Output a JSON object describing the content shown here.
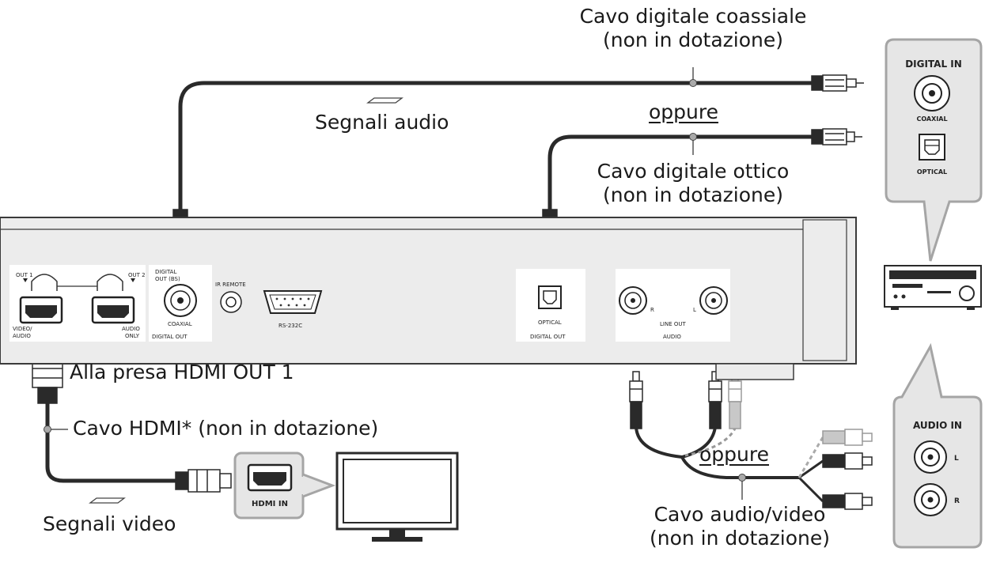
{
  "labels": {
    "coax_cable_l1": "Cavo digitale coassiale",
    "coax_cable_l2": "(non in dotazione)",
    "audio_signals": "Segnali audio",
    "or_top": "oppure",
    "optical_cable_l1": "Cavo digitale ottico",
    "optical_cable_l2": "(non in dotazione)",
    "hdmi_out1": "Alla presa HDMI OUT 1",
    "hdmi_cable": "Cavo HDMI* (non in dotazione)",
    "video_signals": "Segnali video",
    "or_bottom": "oppure",
    "av_cable_l1": "Cavo audio/video",
    "av_cable_l2": "(non in dotazione)"
  },
  "player_panel": {
    "out1": "OUT 1",
    "out2": "OUT 2",
    "video_audio_l1": "VIDEO/",
    "video_audio_l2": "AUDIO",
    "audio_only_l1": "AUDIO",
    "audio_only_l2": "ONLY",
    "coax_top_l1": "DIGITAL",
    "coax_top_l2": "OUT (BS)",
    "coaxial": "COAXIAL",
    "digital_out": "DIGITAL OUT",
    "ir_remote": "IR REMOTE",
    "rs232c": "RS-232C",
    "optical": "OPTICAL",
    "digital_out_2": "DIGITAL OUT",
    "r": "R",
    "l": "L",
    "line_out": "LINE OUT",
    "audio": "AUDIO"
  },
  "receiver": {
    "digital_in": "DIGITAL IN",
    "coaxial": "COAXIAL",
    "optical": "OPTICAL"
  },
  "audio_in_box": {
    "title": "AUDIO IN",
    "l": "L",
    "r": "R"
  },
  "tv": {
    "hdmi_in": "HDMI IN"
  }
}
